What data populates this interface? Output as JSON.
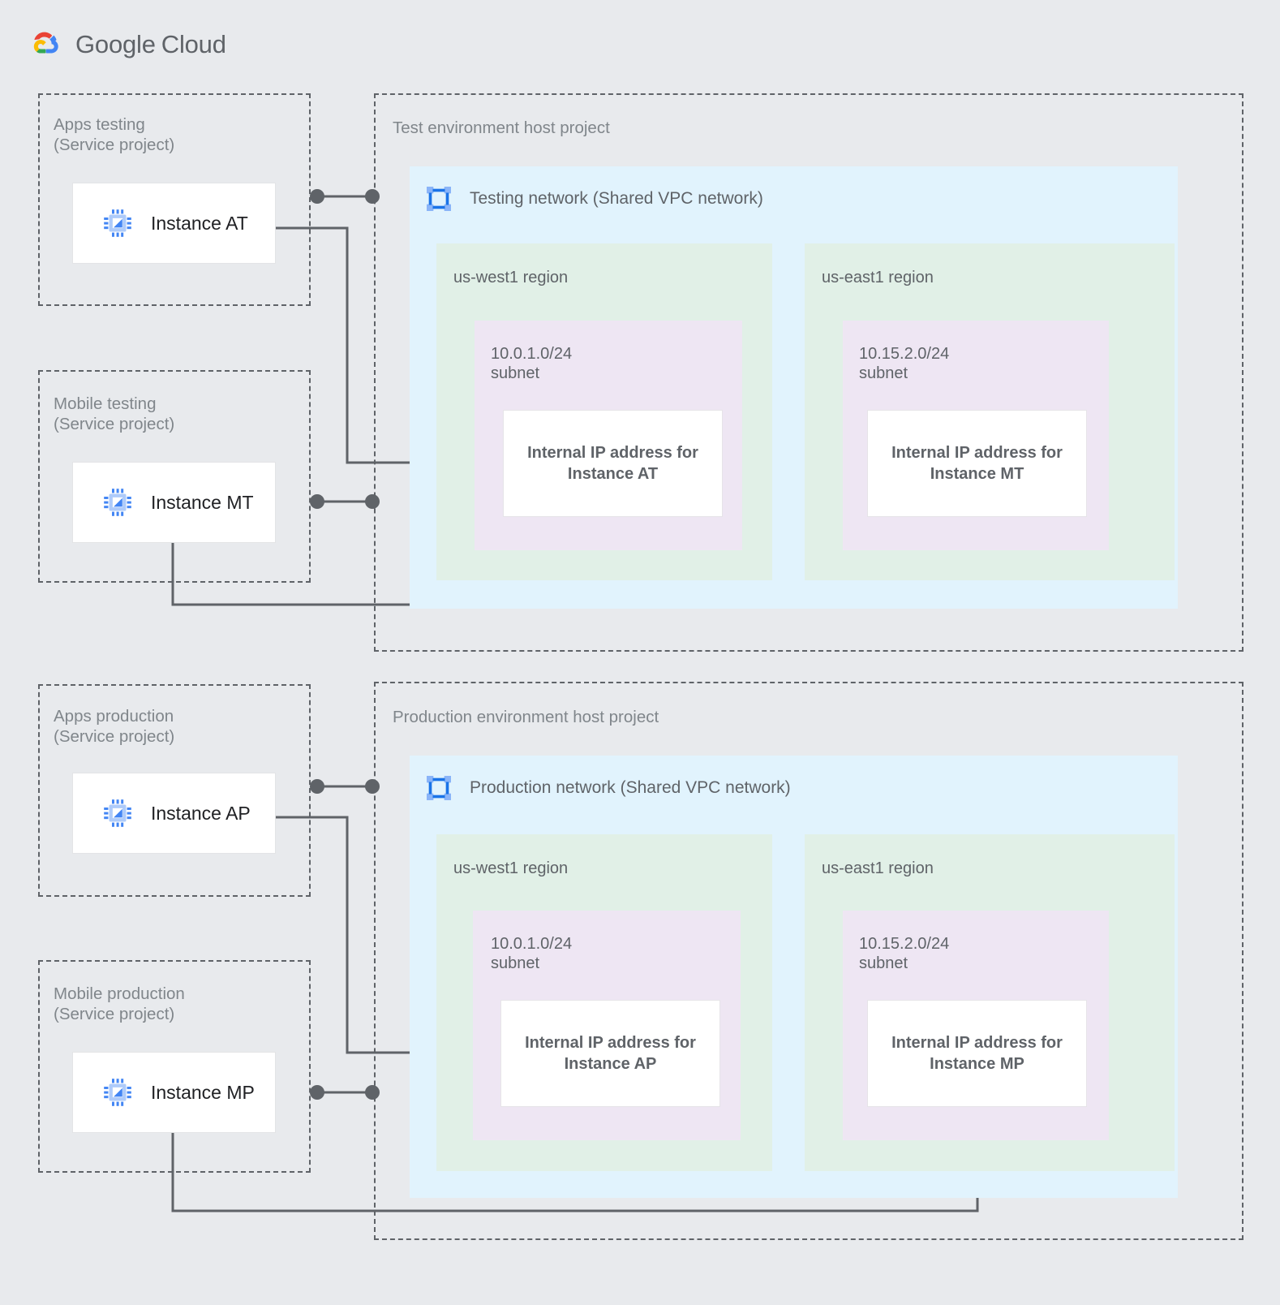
{
  "brand": {
    "name_primary": "Google",
    "name_secondary": "Cloud",
    "logo_icon": "google-cloud-logo",
    "colors": {
      "red": "#ea4335",
      "yellow": "#fbbc04",
      "green": "#34a853",
      "blue": "#4285f4",
      "text": "#5f6368"
    }
  },
  "theme": {
    "page_background": "#e8eaed",
    "vpc_background": "#e1f3fd",
    "region_background": "#e1f0e7",
    "subnet_background": "#eee6f3",
    "card_background": "#ffffff",
    "dashed_border": "#5f6368",
    "label_text": "#80868b",
    "body_text": "#5f6368",
    "instance_text": "#202124",
    "connector": "#5f6368",
    "icon_blue": "#4285f4",
    "icon_blue_light": "#8ab4f8"
  },
  "service_projects": [
    {
      "id": "apps-testing",
      "label": "Apps testing\n(Service project)",
      "instance": {
        "label": "Instance AT",
        "icon": "compute-instance-icon"
      }
    },
    {
      "id": "mobile-testing",
      "label": "Mobile testing\n(Service project)",
      "instance": {
        "label": "Instance MT",
        "icon": "compute-instance-icon"
      }
    },
    {
      "id": "apps-production",
      "label": "Apps production\n(Service project)",
      "instance": {
        "label": "Instance AP",
        "icon": "compute-instance-icon"
      }
    },
    {
      "id": "mobile-production",
      "label": "Mobile production\n(Service project)",
      "instance": {
        "label": "Instance MP",
        "icon": "compute-instance-icon"
      }
    }
  ],
  "host_projects": [
    {
      "id": "test-host-project",
      "title": "Test environment host project",
      "network": {
        "title": "Testing network (Shared VPC network)",
        "icon": "vpc-network-icon",
        "regions": [
          {
            "name": "us-west1 region",
            "subnet": {
              "cidr": "10.0.1.0/24\nsubnet",
              "ip_box": "Internal IP address for\nInstance AT"
            }
          },
          {
            "name": "us-east1 region",
            "subnet": {
              "cidr": "10.15.2.0/24\nsubnet",
              "ip_box": "Internal IP address for\nInstance MT"
            }
          }
        ]
      }
    },
    {
      "id": "production-host-project",
      "title": "Production environment host project",
      "network": {
        "title": "Production network (Shared VPC network)",
        "icon": "vpc-network-icon",
        "regions": [
          {
            "name": "us-west1 region",
            "subnet": {
              "cidr": "10.0.1.0/24\nsubnet",
              "ip_box": "Internal IP address for\nInstance AP"
            }
          },
          {
            "name": "us-east1 region",
            "subnet": {
              "cidr": "10.15.2.0/24\nsubnet",
              "ip_box": "Internal IP address for\nInstance MP"
            }
          }
        ]
      }
    }
  ],
  "connections": [
    {
      "id": "at-attach",
      "from": "apps-testing",
      "to": "test-host-project",
      "type": "attachment"
    },
    {
      "id": "at-ip",
      "from": "Instance AT",
      "to": "Internal IP address for Instance AT",
      "type": "ip-binding"
    },
    {
      "id": "mt-attach",
      "from": "mobile-testing",
      "to": "test-host-project",
      "type": "attachment"
    },
    {
      "id": "mt-ip",
      "from": "Instance MT",
      "to": "Internal IP address for Instance MT",
      "type": "ip-binding"
    },
    {
      "id": "ap-attach",
      "from": "apps-production",
      "to": "production-host-project",
      "type": "attachment"
    },
    {
      "id": "ap-ip",
      "from": "Instance AP",
      "to": "Internal IP address for Instance AP",
      "type": "ip-binding"
    },
    {
      "id": "mp-attach",
      "from": "mobile-production",
      "to": "production-host-project",
      "type": "attachment"
    },
    {
      "id": "mp-ip",
      "from": "Instance MP",
      "to": "Internal IP address for Instance MP",
      "type": "ip-binding"
    }
  ]
}
